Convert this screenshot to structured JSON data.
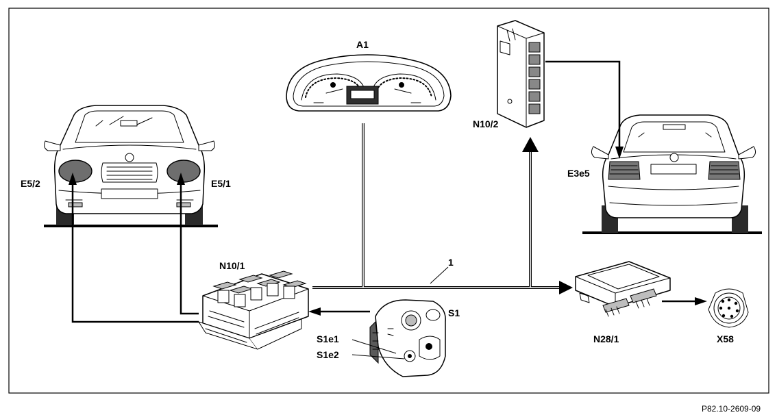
{
  "labels": {
    "a1": "A1",
    "n10_2": "N10/2",
    "e3e5": "E3e5",
    "e5_2": "E5/2",
    "e5_1": "E5/1",
    "n10_1": "N10/1",
    "s1": "S1",
    "s1e1": "S1e1",
    "s1e2": "S1e2",
    "n28_1": "N28/1",
    "x58": "X58",
    "bus_1": "1"
  },
  "figure_code": "P82.10-2609-09"
}
